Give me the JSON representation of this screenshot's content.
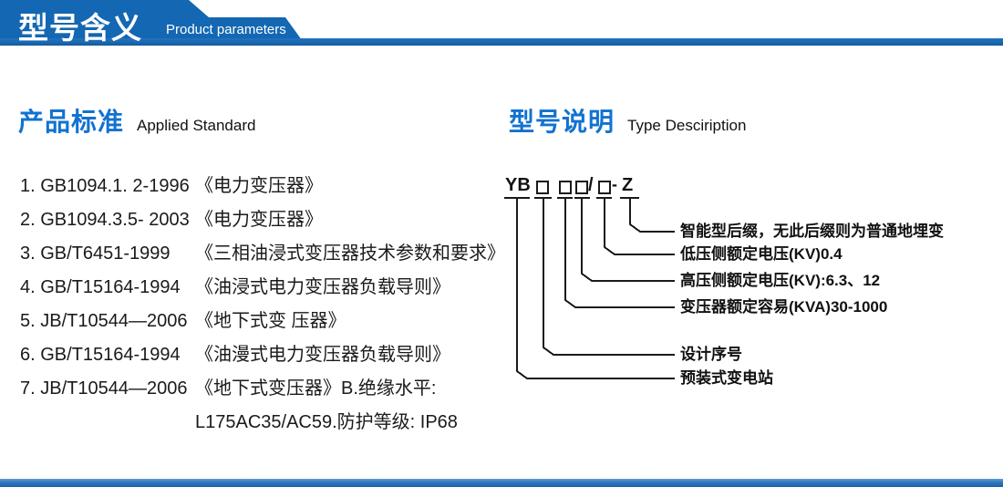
{
  "header": {
    "title": "型号含义",
    "subtitle": "Product parameters"
  },
  "left": {
    "heading_zh": "产品标准",
    "heading_en": "Applied Standard",
    "items": [
      {
        "code": "1. GB1094.1. 2-1996",
        "title": "《电力变压器》"
      },
      {
        "code": "2. GB1094.3.5- 2003",
        "title": "《电力变压器》"
      },
      {
        "code": "3. GB/T6451-1999",
        "title": "《三相油浸式变压器技术参数和要求》"
      },
      {
        "code": "4. GB/T15164-1994",
        "title": "《油浸式电力变压器负载导则》"
      },
      {
        "code": "5. JB/T10544—2006",
        "title": "《地下式变 压器》"
      },
      {
        "code": "6. GB/T15164-1994",
        "title": "《油漫式电力变压器负载导则》"
      },
      {
        "code": "7. JB/T10544—2006",
        "title": "《地下式变压器》B.绝缘水平:"
      },
      {
        "code": "",
        "title": "L175AC35/AC59.防护等级: IP68"
      }
    ]
  },
  "right": {
    "heading_zh": "型号说明",
    "heading_en": "Type Desciription",
    "model_code": {
      "prefix": "YB",
      "slash": "/",
      "dash": "-",
      "suffix": "Z"
    },
    "labels": [
      "智能型后缀，无此后缀则为普通地埋变",
      "低压侧额定电压(KV)0.4",
      "高压侧额定电压(KV):6.3、12",
      "变压器额定容易(KVA)30-1000",
      "设计序号",
      "预装式变电站"
    ]
  },
  "colors": {
    "header_blue": "#1467b2",
    "accent_blue": "#1272d0",
    "line_black": "#1a1a1a"
  }
}
